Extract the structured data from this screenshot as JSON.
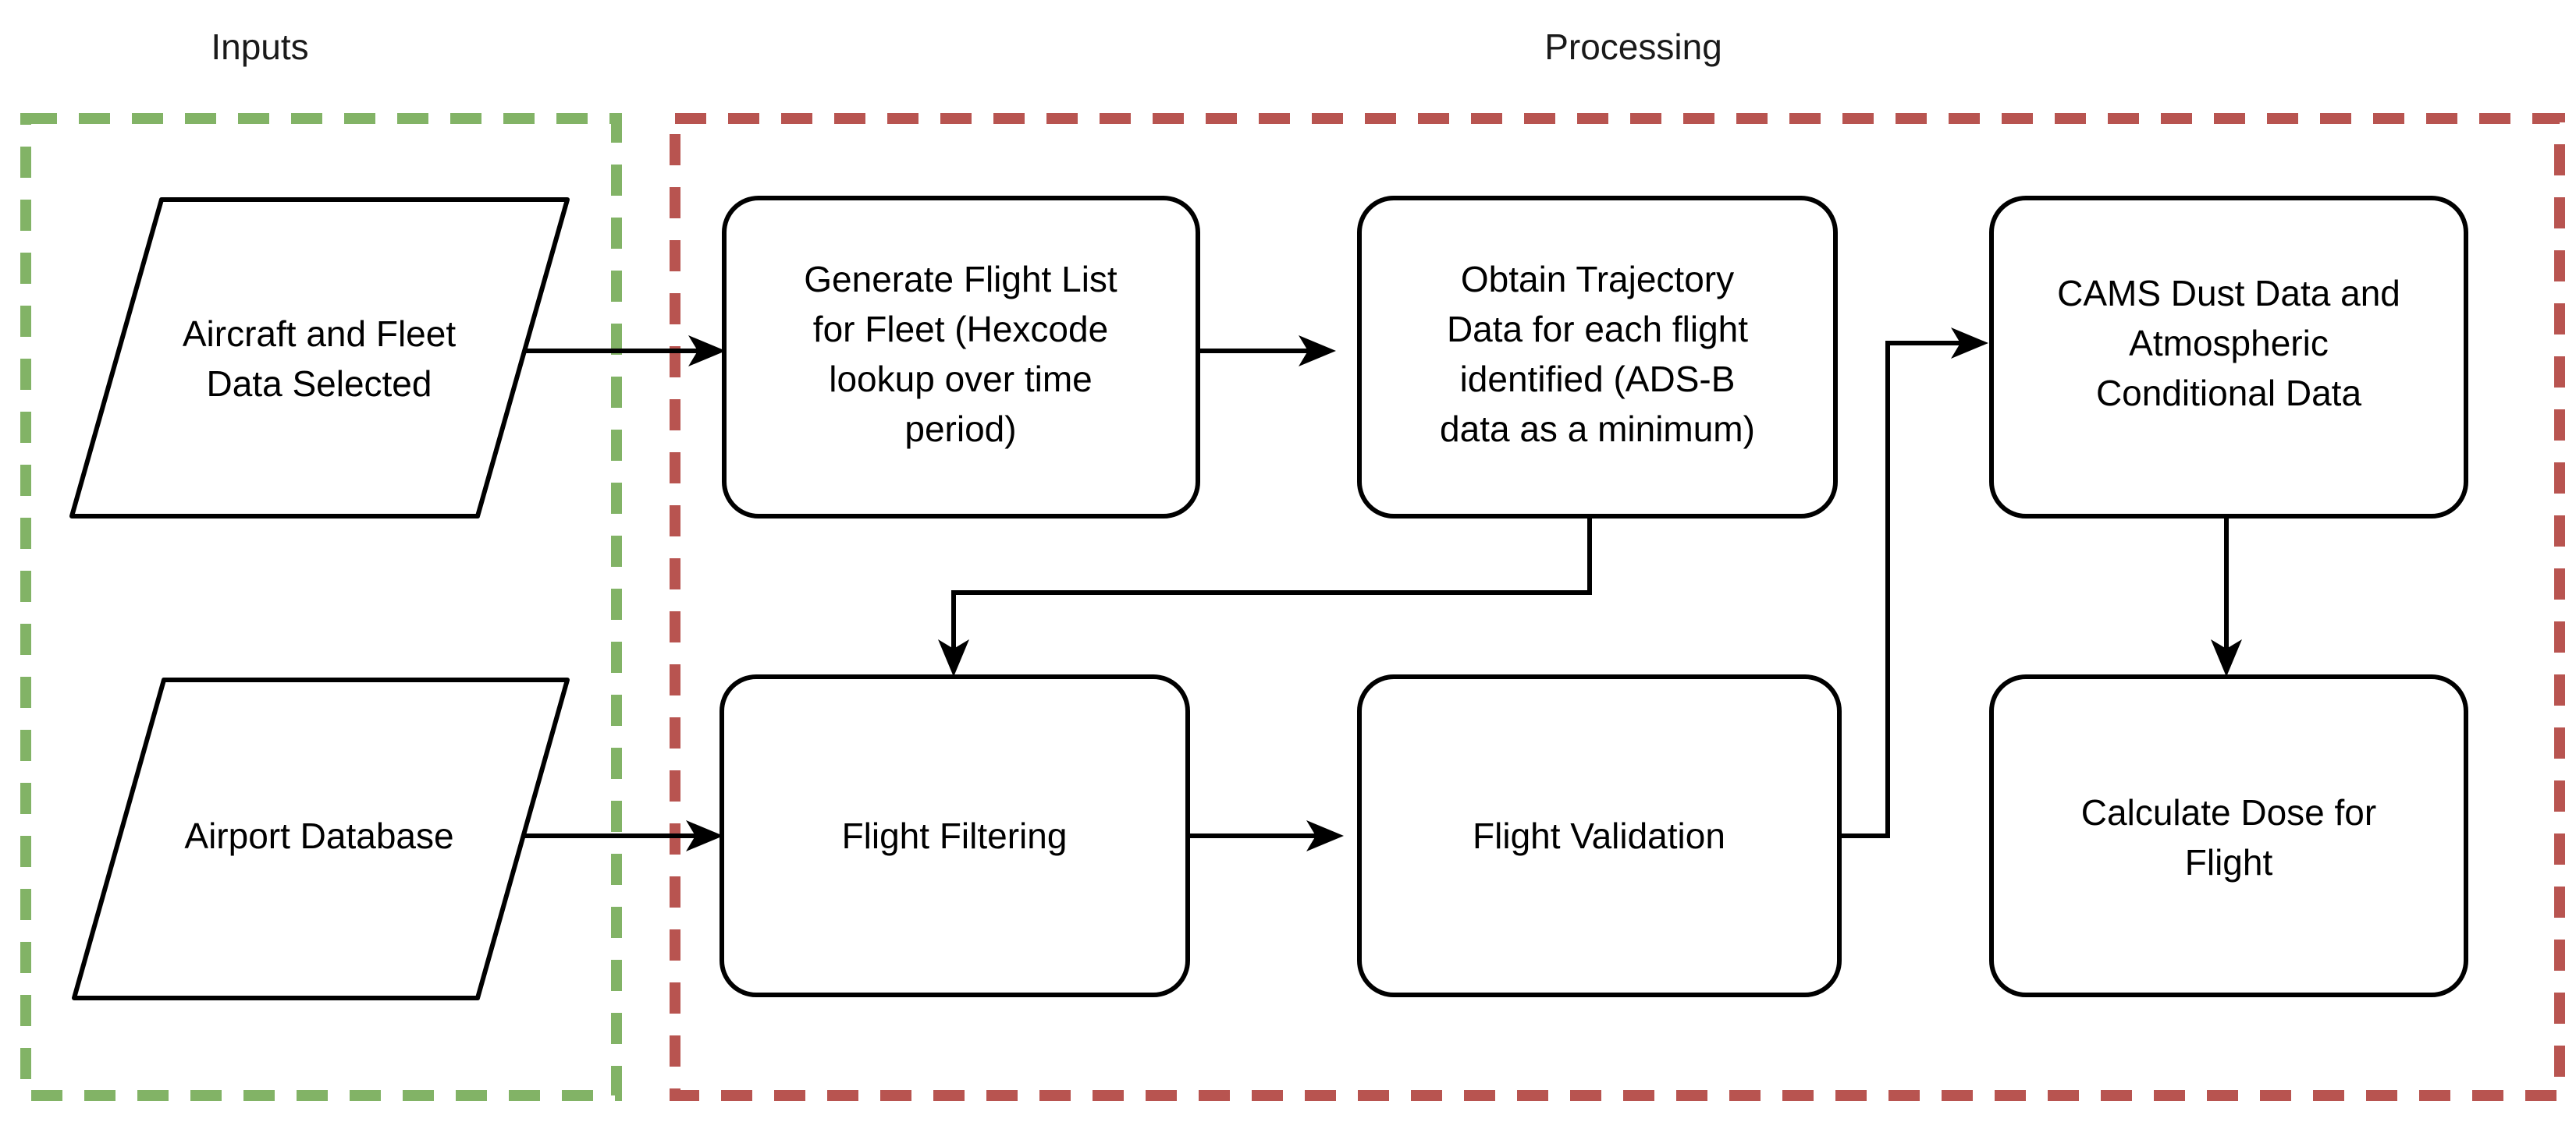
{
  "diagram": {
    "title_inputs": "Inputs",
    "title_processing": "Processing",
    "colors": {
      "inputs_border": "#82b366",
      "processing_border": "#b85450",
      "node_stroke": "#000000",
      "node_fill": "#ffffff",
      "connector": "#000000",
      "text": "#000000",
      "background": "#ffffff"
    }
  },
  "groups": [
    {
      "id": "inputs",
      "label": "Inputs",
      "color": "#82b366"
    },
    {
      "id": "processing",
      "label": "Processing",
      "color": "#b85450"
    }
  ],
  "nodes": [
    {
      "id": "aircraft-fleet-data",
      "shape": "parallelogram",
      "group": "inputs",
      "lines": [
        "Aircraft and Fleet",
        "Data Selected"
      ]
    },
    {
      "id": "airport-database",
      "shape": "parallelogram",
      "group": "inputs",
      "lines": [
        "Airport Database"
      ]
    },
    {
      "id": "generate-flight-list",
      "shape": "rounded-rect",
      "group": "processing",
      "lines": [
        "Generate Flight List",
        "for Fleet (Hexcode",
        "lookup over time",
        "period)"
      ]
    },
    {
      "id": "obtain-trajectory-data",
      "shape": "rounded-rect",
      "group": "processing",
      "lines": [
        "Obtain Trajectory",
        "Data for each flight",
        "identified (ADS-B",
        "data as a minimum)"
      ]
    },
    {
      "id": "cams-dust-data",
      "shape": "rounded-rect",
      "group": "processing",
      "lines": [
        "CAMS Dust Data and",
        "Atmospheric",
        "Conditional Data"
      ]
    },
    {
      "id": "flight-filtering",
      "shape": "rounded-rect",
      "group": "processing",
      "lines": [
        "Flight Filtering"
      ]
    },
    {
      "id": "flight-validation",
      "shape": "rounded-rect",
      "group": "processing",
      "lines": [
        "Flight Validation"
      ]
    },
    {
      "id": "calculate-dose",
      "shape": "rounded-rect",
      "group": "processing",
      "lines": [
        "Calculate Dose for",
        "Flight"
      ]
    }
  ],
  "edges": [
    {
      "id": "edge-aircraft-to-generate",
      "from": "aircraft-fleet-data",
      "to": "generate-flight-list"
    },
    {
      "id": "edge-generate-to-obtain",
      "from": "generate-flight-list",
      "to": "obtain-trajectory-data"
    },
    {
      "id": "edge-obtain-to-filtering",
      "from": "obtain-trajectory-data",
      "to": "flight-filtering"
    },
    {
      "id": "edge-airport-to-filtering",
      "from": "airport-database",
      "to": "flight-filtering"
    },
    {
      "id": "edge-filtering-to-validation",
      "from": "flight-filtering",
      "to": "flight-validation"
    },
    {
      "id": "edge-validation-to-cams",
      "from": "flight-validation",
      "to": "cams-dust-data"
    },
    {
      "id": "edge-cams-to-dose",
      "from": "cams-dust-data",
      "to": "calculate-dose"
    }
  ]
}
